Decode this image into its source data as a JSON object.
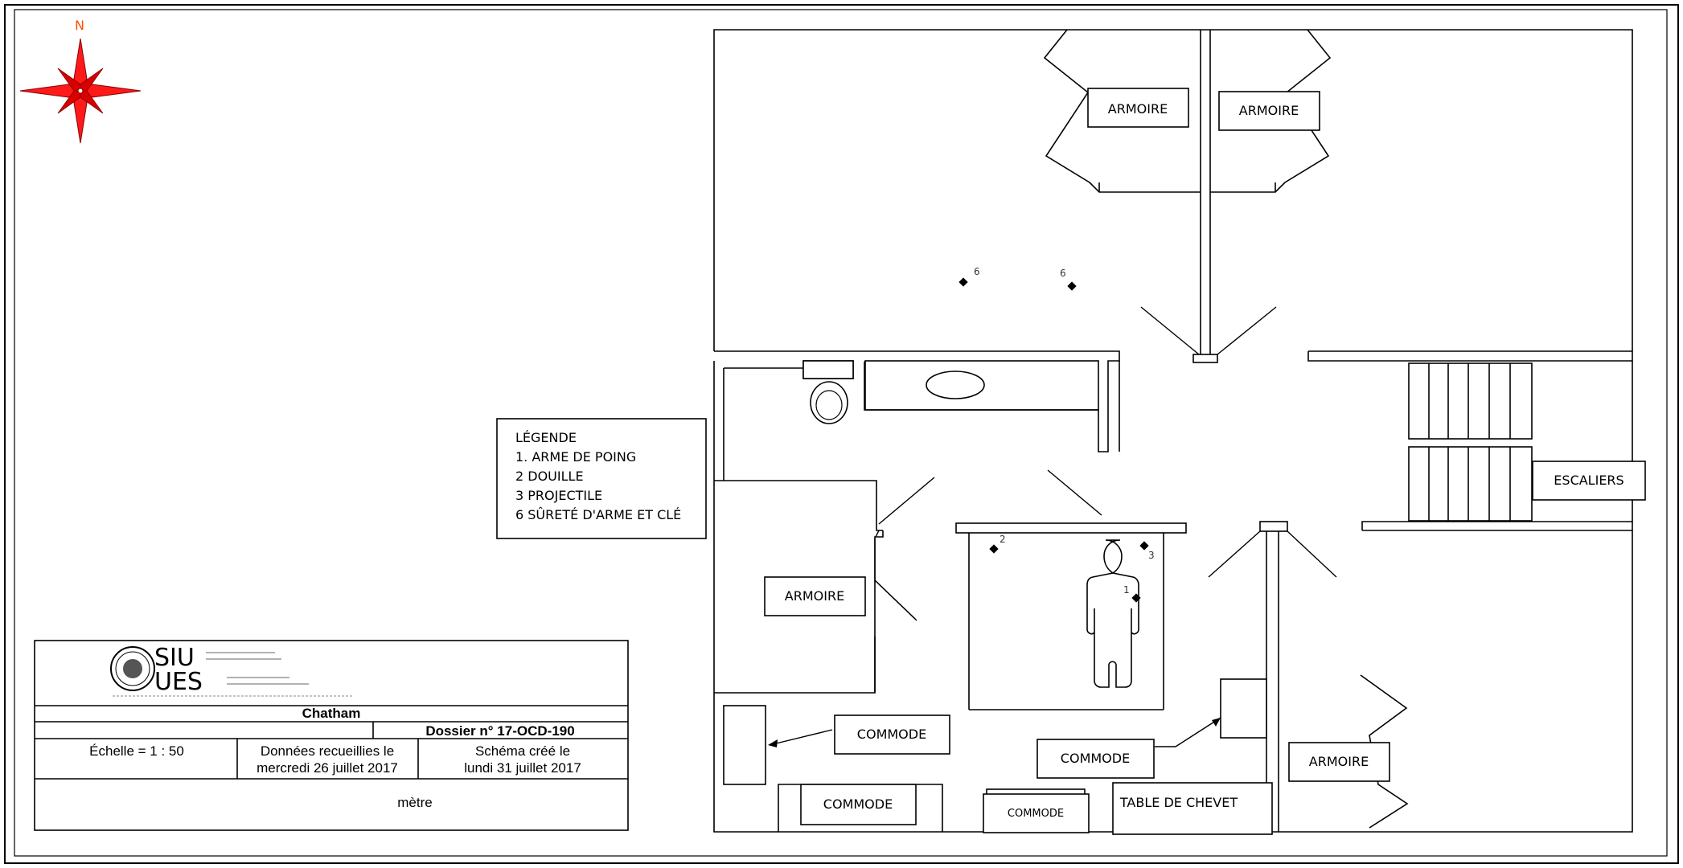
{
  "compass": {
    "north_label": "N",
    "accent_color": "#ff0000"
  },
  "labels": {
    "armoire_top_left": "ARMOIRE",
    "armoire_top_right": "ARMOIRE",
    "armoire_left": "ARMOIRE",
    "armoire_bottom_right": "ARMOIRE",
    "escaliers": "ESCALIERS",
    "commode_1": "COMMODE",
    "commode_2": "COMMODE",
    "commode_3": "COMMODE",
    "commode_4": "COMMODE",
    "table_chevet": "TABLE DE CHEVET"
  },
  "legend": {
    "title": "LÉGENDE",
    "items": [
      "1. ARME DE POING",
      "2 DOUILLE",
      "3 PROJECTILE",
      "6 SÛRETÉ D'ARME ET CLÉ"
    ]
  },
  "markers": [
    {
      "id": "6",
      "label": "6"
    },
    {
      "id": "6b",
      "label": "6"
    },
    {
      "id": "2",
      "label": "2"
    },
    {
      "id": "3",
      "label": "3"
    },
    {
      "id": "1",
      "label": "1"
    }
  ],
  "title_block": {
    "logo_main": "SIU",
    "logo_sub": "UES",
    "location": "Chatham",
    "dossier": "Dossier n° 17-OCD-190",
    "scale": "Échelle = 1 : 50",
    "data_collected_line1": "Données recueillies le",
    "data_collected_line2": "mercredi 26 juillet 2017",
    "drawn_line1": "Schéma créé le",
    "drawn_line2": "lundi 31 juillet 2017",
    "unit": "mètre"
  }
}
